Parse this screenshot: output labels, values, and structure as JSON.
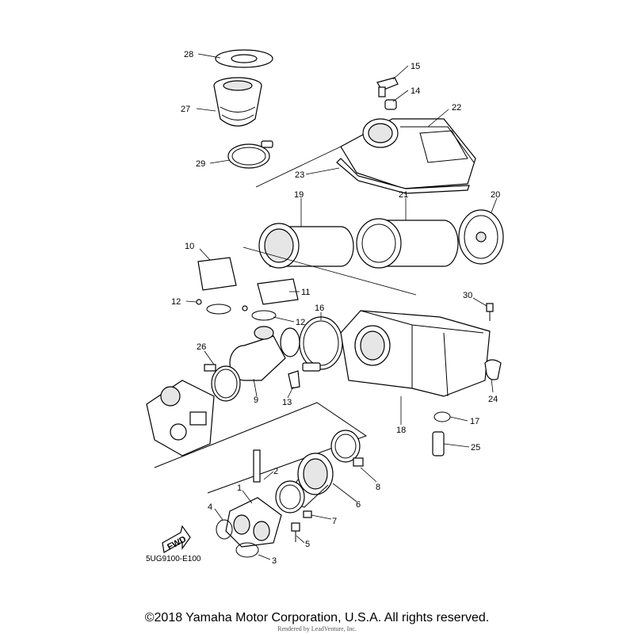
{
  "diagram": {
    "code": "5UG9100-E100",
    "fwd_label": "FWD",
    "copyright": "©2018 Yamaha Motor Corporation, U.S.A. All rights reserved.",
    "render_credit": "Rendered by LeadVenture, Inc.",
    "callouts": [
      "1",
      "2",
      "3",
      "4",
      "5",
      "6",
      "7",
      "8",
      "9",
      "10",
      "11",
      "12",
      "12",
      "13",
      "14",
      "15",
      "16",
      "17",
      "18",
      "19",
      "20",
      "21",
      "22",
      "23",
      "24",
      "25",
      "26",
      "27",
      "28",
      "29",
      "30"
    ]
  }
}
